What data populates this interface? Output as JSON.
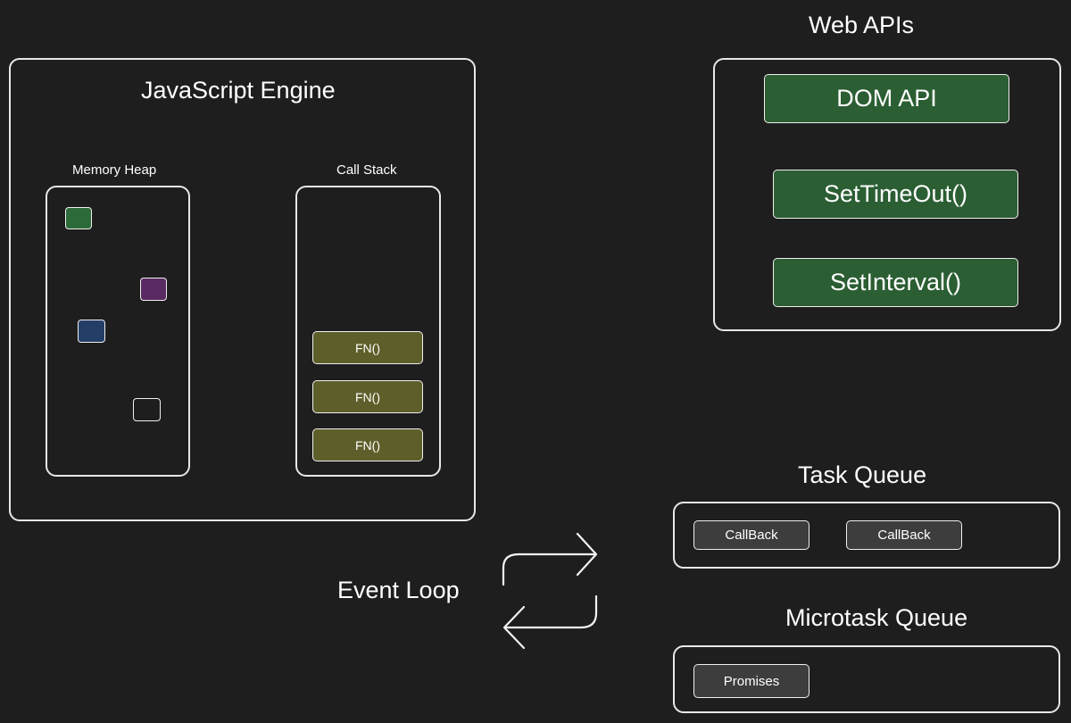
{
  "engine": {
    "title": "JavaScript Engine",
    "memory_heap": {
      "title": "Memory Heap",
      "objects": [
        {
          "name": "heap-object-green",
          "color": "#2d6a3a"
        },
        {
          "name": "heap-object-purple",
          "color": "#5a2a62"
        },
        {
          "name": "heap-object-blue",
          "color": "#243e68"
        },
        {
          "name": "heap-object-empty",
          "color": "#1e1e1e"
        }
      ]
    },
    "call_stack": {
      "title": "Call Stack",
      "frames": [
        "FN()",
        "FN()",
        "FN()"
      ]
    }
  },
  "web_apis": {
    "title": "Web APIs",
    "items": [
      "DOM API",
      "SetTimeOut()",
      "SetInterval()"
    ]
  },
  "task_queue": {
    "title": "Task Queue",
    "items": [
      "CallBack",
      "CallBack"
    ]
  },
  "microtask_queue": {
    "title": "Microtask Queue",
    "items": [
      "Promises"
    ]
  },
  "event_loop": {
    "label": "Event Loop"
  },
  "colors": {
    "background": "#1e1e1e",
    "stroke": "#e8e8e8",
    "api_fill": "#2b5e33",
    "stack_frame_fill": "#5e5e2a",
    "queue_item_fill": "#3d3d3d"
  }
}
